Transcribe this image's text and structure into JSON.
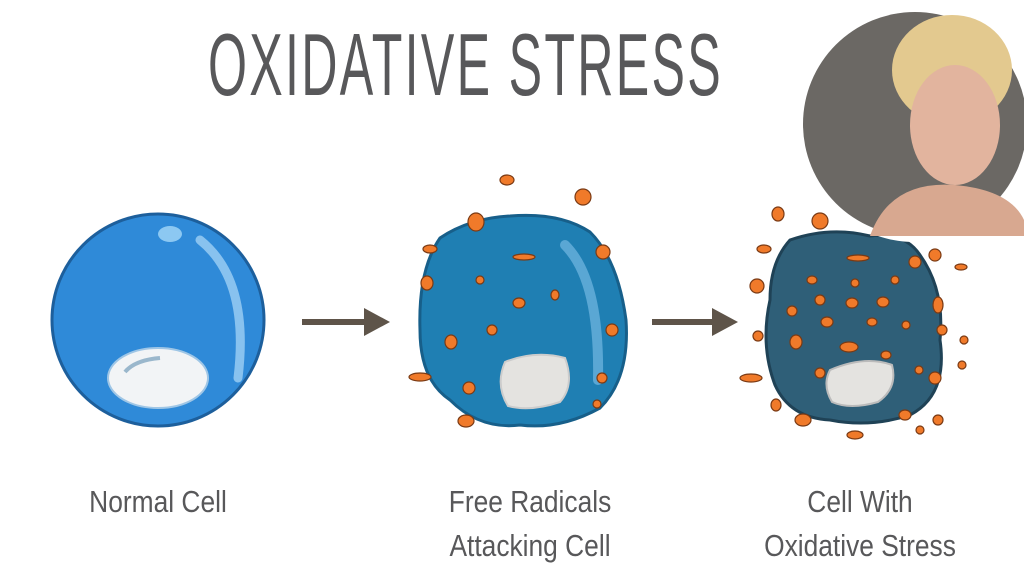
{
  "title": "OXIDATIVE STRESS",
  "stages": [
    {
      "label": "Normal Cell"
    },
    {
      "label_line1": "Free Radicals",
      "label_line2": "Attacking Cell"
    },
    {
      "label_line1": "Cell With",
      "label_line2": "Oxidative Stress"
    }
  ],
  "colors": {
    "normal_cell": "#2f86d6",
    "attacked_cell": "#1f7fb3",
    "stressed_cell": "#2f5f78",
    "free_radical": "#f07a2a",
    "arrow": "#5e5449",
    "text": "#58585a"
  },
  "icons": [
    "arrow-right-icon",
    "arrow-right-icon"
  ]
}
